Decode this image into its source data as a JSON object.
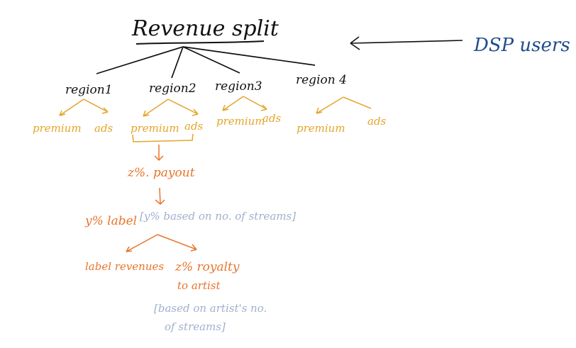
{
  "title": "Revenue split",
  "dsp_label": "DSP users",
  "regions": [
    {
      "label": "region1",
      "left": "premium",
      "right": "ads"
    },
    {
      "label": "region2",
      "left": "premium",
      "right": "ads"
    },
    {
      "label": "region3",
      "left": "premium",
      "right": "ads"
    },
    {
      "label": "region 4",
      "left": "premium",
      "right": "ads"
    }
  ],
  "payout": "z%. payout",
  "label_share": "y% label",
  "label_note": "[y% based on no. of streams]",
  "label_revenues": "label revenues",
  "royalty": [
    "z% royalty",
    "to artist"
  ],
  "royalty_note": [
    "[based on artist's no.",
    "of streams]"
  ],
  "colors": {
    "ink": "#111111",
    "dsp": "#1f4e8c",
    "premium": "#e3a52a",
    "payout": "#e8742a",
    "note": "#9fb0cc"
  }
}
